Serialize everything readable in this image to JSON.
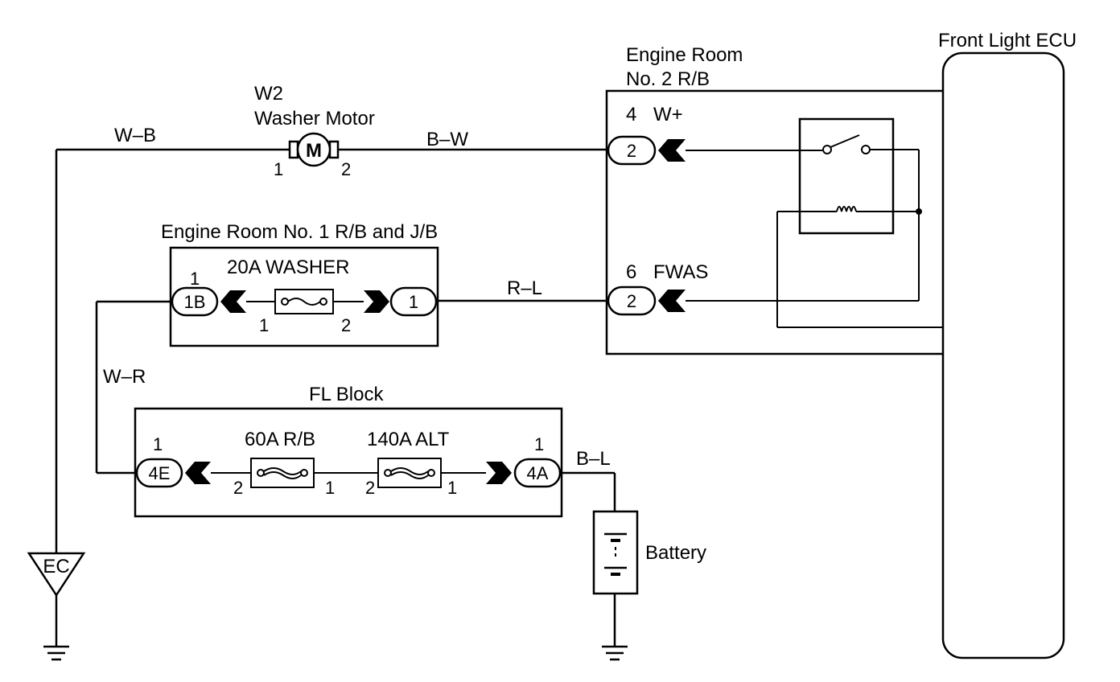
{
  "components": {
    "front_light_ecu": {
      "label": "Front Light ECU"
    },
    "engine_room_rb2": {
      "label_line1": "Engine Room",
      "label_line2": "No. 2 R/B",
      "pin_w_plus_num": "4",
      "pin_w_plus_name": "W+",
      "pin_fwas_num": "6",
      "pin_fwas_name": "FWAS",
      "conn_top": "2",
      "conn_bottom": "2"
    },
    "washer_motor": {
      "id": "W2",
      "label": "Washer Motor",
      "symbol": "M",
      "pin_left": "1",
      "pin_right": "2"
    },
    "engine_room_rb1": {
      "label": "Engine Room No. 1 R/B and J/B",
      "fuse_label": "20A WASHER",
      "conn_left": "1B",
      "conn_left_pin": "1",
      "conn_right": "1",
      "fuse_pin_left": "1",
      "fuse_pin_right": "2"
    },
    "fl_block": {
      "label": "FL Block",
      "fuse1_label": "60A R/B",
      "fuse2_label": "140A ALT",
      "conn_left": "4E",
      "conn_left_pin": "1",
      "conn_right": "4A",
      "conn_right_pin": "1",
      "fuse1_pin_left": "2",
      "fuse1_pin_right": "1",
      "fuse2_pin_left": "2",
      "fuse2_pin_right": "1"
    },
    "battery": {
      "label": "Battery"
    },
    "ground_point": {
      "label": "EC"
    }
  },
  "wires": {
    "w_b": "W–B",
    "b_w": "B–W",
    "r_l": "R–L",
    "w_r": "W–R",
    "b_l": "B–L"
  }
}
